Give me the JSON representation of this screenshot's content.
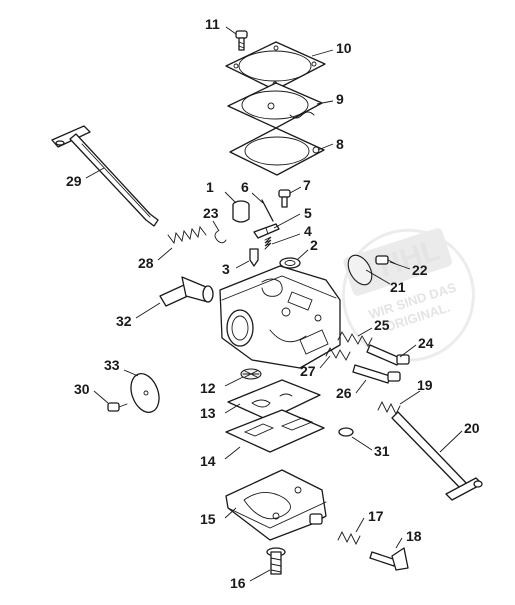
{
  "watermark": {
    "brand": "STIHL",
    "line1": "WIR SIND DAS",
    "line2": "ORIGINAL."
  },
  "callouts": [
    {
      "id": "p1",
      "label": "1"
    },
    {
      "id": "p2",
      "label": "2"
    },
    {
      "id": "p3",
      "label": "3"
    },
    {
      "id": "p4",
      "label": "4"
    },
    {
      "id": "p5",
      "label": "5"
    },
    {
      "id": "p6",
      "label": "6"
    },
    {
      "id": "p7",
      "label": "7"
    },
    {
      "id": "p8",
      "label": "8"
    },
    {
      "id": "p9",
      "label": "9"
    },
    {
      "id": "p10",
      "label": "10"
    },
    {
      "id": "p11",
      "label": "11"
    },
    {
      "id": "p12",
      "label": "12"
    },
    {
      "id": "p13",
      "label": "13"
    },
    {
      "id": "p14",
      "label": "14"
    },
    {
      "id": "p15",
      "label": "15"
    },
    {
      "id": "p16",
      "label": "16"
    },
    {
      "id": "p17",
      "label": "17"
    },
    {
      "id": "p18",
      "label": "18"
    },
    {
      "id": "p19",
      "label": "19"
    },
    {
      "id": "p20",
      "label": "20"
    },
    {
      "id": "p21",
      "label": "21"
    },
    {
      "id": "p22",
      "label": "22"
    },
    {
      "id": "p23",
      "label": "23"
    },
    {
      "id": "p24",
      "label": "24"
    },
    {
      "id": "p25",
      "label": "25"
    },
    {
      "id": "p26",
      "label": "26"
    },
    {
      "id": "p27",
      "label": "27"
    },
    {
      "id": "p28",
      "label": "28"
    },
    {
      "id": "p29",
      "label": "29"
    },
    {
      "id": "p30",
      "label": "30"
    },
    {
      "id": "p31",
      "label": "31"
    },
    {
      "id": "p32",
      "label": "32"
    },
    {
      "id": "p33",
      "label": "33"
    }
  ]
}
